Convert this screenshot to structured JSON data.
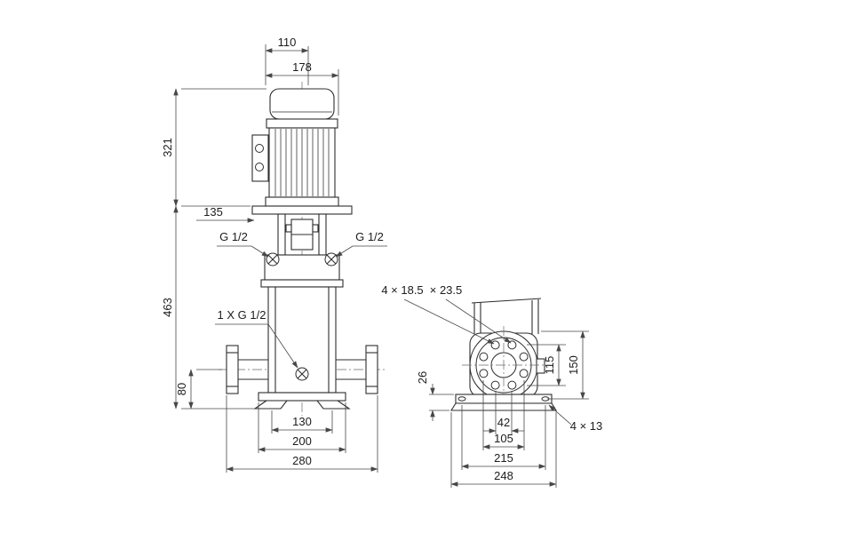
{
  "page": {
    "background": "#ffffff",
    "line_color": "#2d2d2d"
  },
  "front_view": {
    "dims": {
      "width_top": "110",
      "motor_width": "178",
      "motor_height": "321",
      "total_height": "463",
      "coupling_length": "135",
      "port_left_label": "G 1/2",
      "port_right_label": "G 1/2",
      "drain_label": "1 X G 1/2",
      "port_height": "80",
      "foot_spacing": "130",
      "base_width": "200",
      "overall_width": "280"
    }
  },
  "base_view": {
    "dims": {
      "flange_holes": "4 × 18.5",
      "counterbore": "× 23.5",
      "base_height": "26",
      "hole_spacing_vertical": "115",
      "flange_span": "150",
      "hole_spacing_horizontal": "42",
      "hole_span": "105",
      "base_length": "215",
      "overall_length": "248",
      "base_holes": "4 × 13"
    }
  }
}
